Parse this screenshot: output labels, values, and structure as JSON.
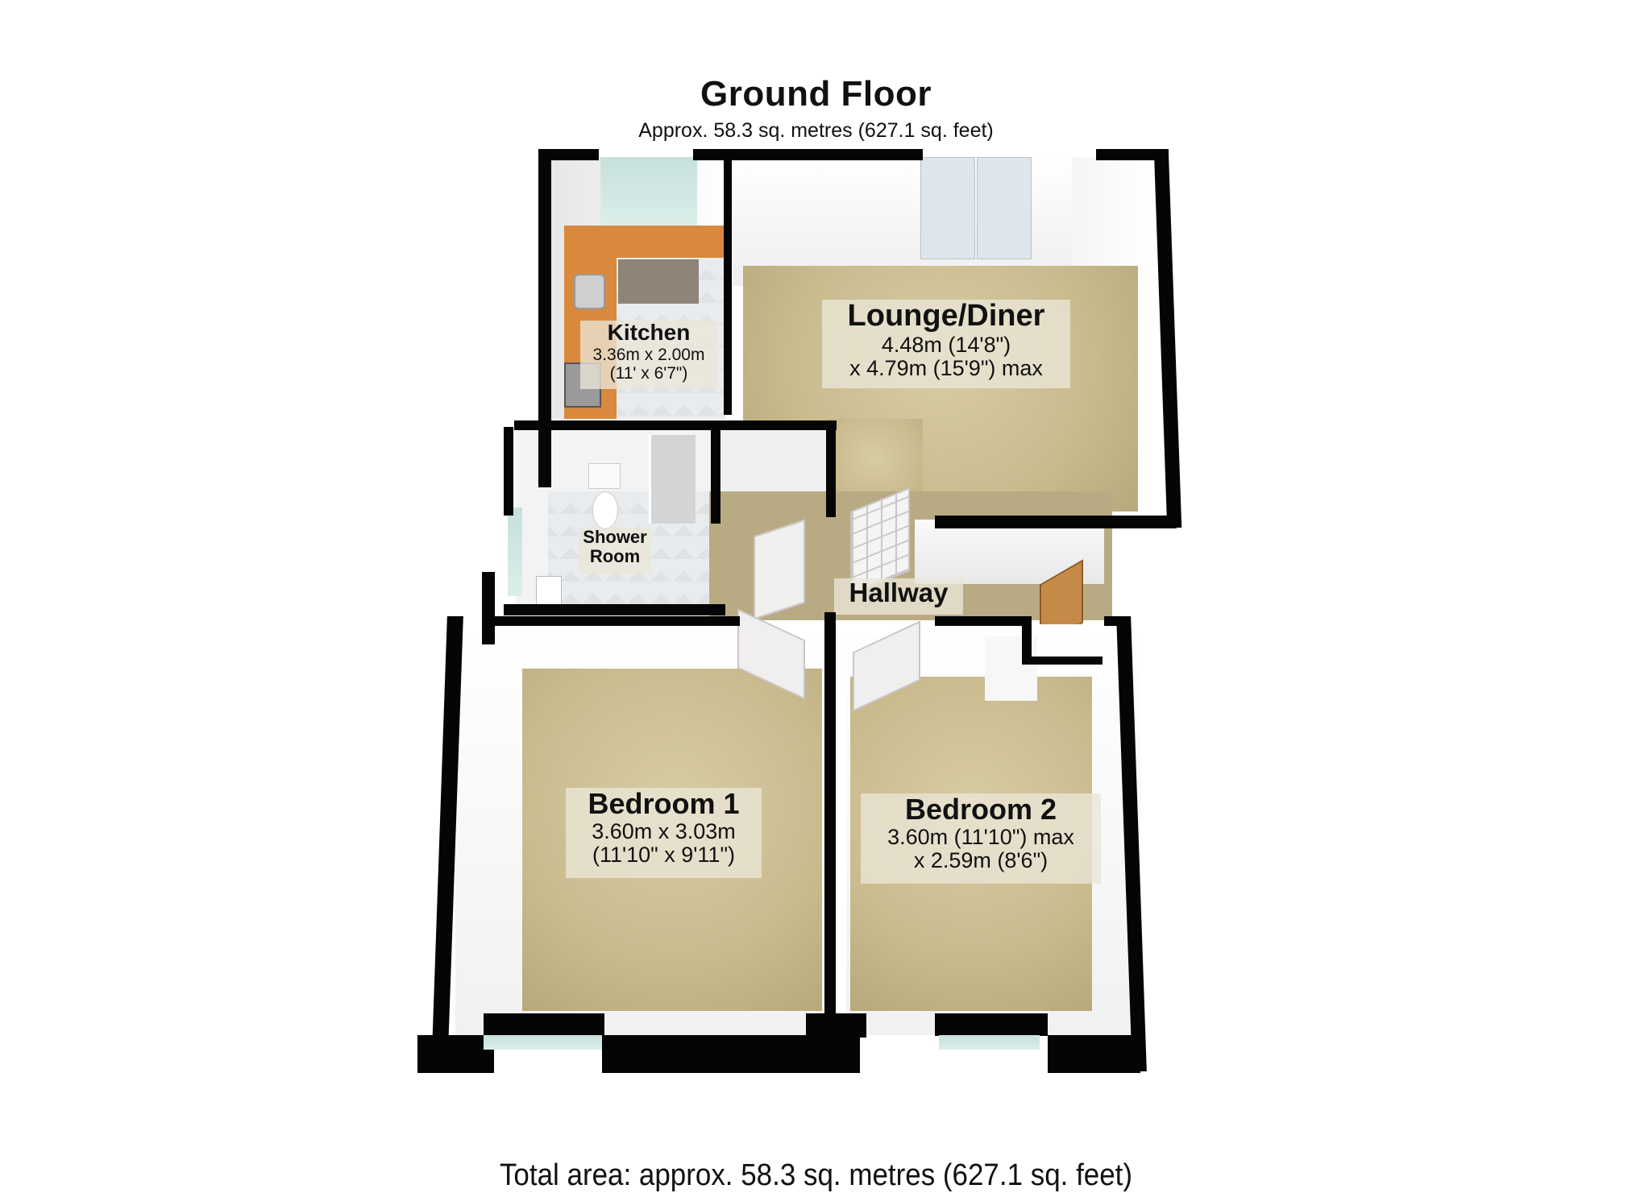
{
  "header": {
    "title": "Ground Floor",
    "subtitle": "Approx. 58.3 sq. metres (627.1 sq. feet)"
  },
  "rooms": {
    "kitchen": {
      "name": "Kitchen",
      "dim1": "3.36m x 2.00m",
      "dim2": "(11' x 6'7\")"
    },
    "lounge": {
      "name": "Lounge/Diner",
      "dim1": "4.48m (14'8\")",
      "dim2": "x 4.79m (15'9\") max"
    },
    "shower": {
      "name_line1": "Shower",
      "name_line2": "Room"
    },
    "hallway": {
      "name": "Hallway"
    },
    "bedroom1": {
      "name": "Bedroom 1",
      "dim1": "3.60m x 3.03m",
      "dim2": "(11'10\" x 9'11\")"
    },
    "bedroom2": {
      "name": "Bedroom 2",
      "dim1": "3.60m (11'10\") max",
      "dim2": "x 2.59m (8'6\")"
    }
  },
  "footer": {
    "total_area": "Total area: approx. 58.3 sq. metres (627.1 sq. feet)"
  },
  "colors": {
    "wall": "#050505",
    "carpet": "#c9bb8e",
    "kitchen_counter": "#d9893e",
    "tile": "#e9ecef",
    "window_glass": "#c7e0dc"
  }
}
